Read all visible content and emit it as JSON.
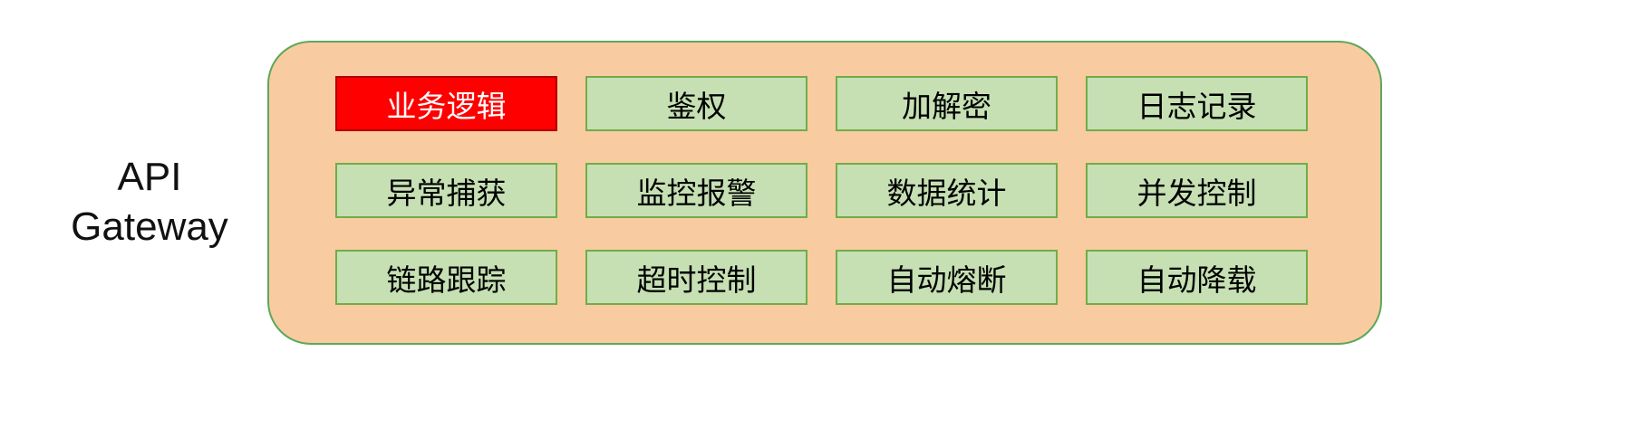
{
  "diagram": {
    "gateway_label_line1": "API",
    "gateway_label_line2": "Gateway",
    "colors": {
      "container_fill": "#F9CBA1",
      "container_border": "#5BA85A",
      "box_fill": "#C6E0B4",
      "box_border": "#70AD47",
      "highlight_fill": "#FF0000",
      "highlight_border": "#B00000",
      "highlight_text": "#FFFFFF",
      "box_text": "#000000"
    },
    "items": [
      {
        "label": "业务逻辑",
        "highlighted": true
      },
      {
        "label": "鉴权",
        "highlighted": false
      },
      {
        "label": "加解密",
        "highlighted": false
      },
      {
        "label": "日志记录",
        "highlighted": false
      },
      {
        "label": "异常捕获",
        "highlighted": false
      },
      {
        "label": "监控报警",
        "highlighted": false
      },
      {
        "label": "数据统计",
        "highlighted": false
      },
      {
        "label": "并发控制",
        "highlighted": false
      },
      {
        "label": "链路跟踪",
        "highlighted": false
      },
      {
        "label": "超时控制",
        "highlighted": false
      },
      {
        "label": "自动熔断",
        "highlighted": false
      },
      {
        "label": "自动降载",
        "highlighted": false
      }
    ]
  }
}
